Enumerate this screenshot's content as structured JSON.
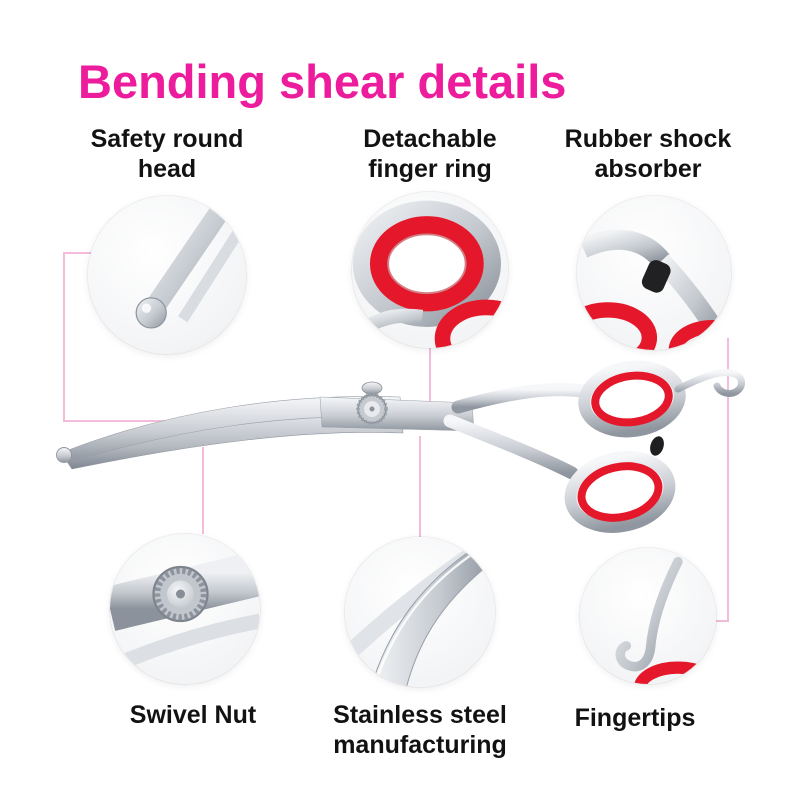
{
  "title": "Bending shear details",
  "callouts": [
    {
      "name": "safety-round-head",
      "line1": "Safety round",
      "line2": "head"
    },
    {
      "name": "detachable-finger-ring",
      "line1": "Detachable",
      "line2": "finger ring"
    },
    {
      "name": "rubber-shock-absorber",
      "line1": "Rubber shock",
      "line2": "absorber"
    },
    {
      "name": "swivel-nut",
      "line1": "Swivel Nut",
      "line2": ""
    },
    {
      "name": "stainless-steel-manufacturing",
      "line1": "Stainless steel",
      "line2": "manufacturing"
    },
    {
      "name": "fingertips",
      "line1": "Fingertips",
      "line2": ""
    }
  ],
  "figure": {
    "subject": "curved-grooming-scissors-with-red-finger-rings",
    "detail_images": [
      "safety-round-head-closeup",
      "detachable-finger-ring-closeup",
      "rubber-shock-absorber-closeup",
      "swivel-nut-closeup",
      "stainless-steel-blade-closeup",
      "fingertips-closeup"
    ]
  },
  "colors": {
    "title_pink": "#ec1c9c",
    "leader_pink": "#f4bcdb",
    "ring_red": "#e5182b",
    "metal_silver": "#c7ccd2",
    "rubber_black": "#1f1f22",
    "label_text": "#121212"
  }
}
